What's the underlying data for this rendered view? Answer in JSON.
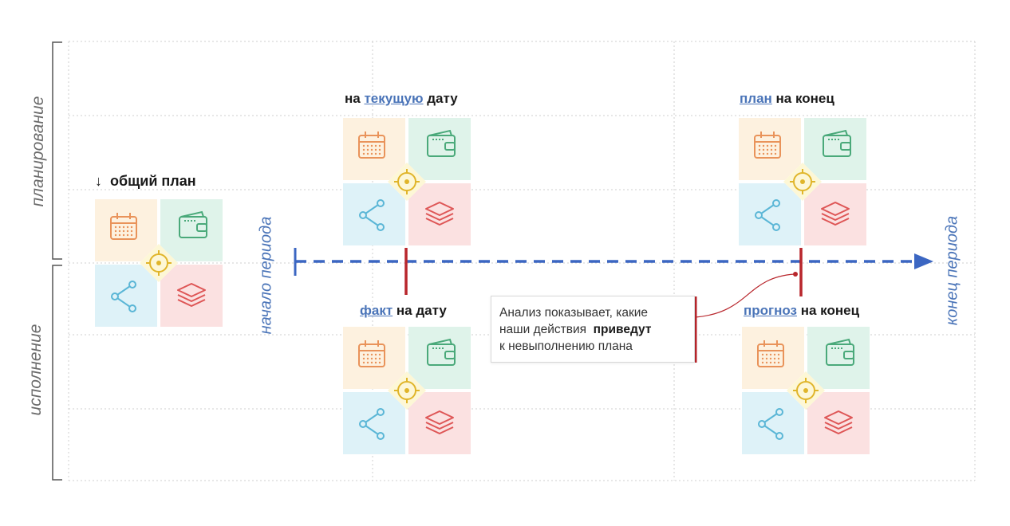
{
  "side_labels": {
    "planning": "планирование",
    "execution": "исполнение",
    "period_start": "начало периода",
    "period_end": "конец периода"
  },
  "general_plan": {
    "arrow": "↓",
    "label": "общий план"
  },
  "current_date": {
    "prefix": "на",
    "link": "текущую",
    "suffix": "дату"
  },
  "plan_end": {
    "link": "план",
    "suffix": "на конец"
  },
  "fact_date": {
    "link": "факт",
    "suffix": "на дату"
  },
  "forecast_end": {
    "link": "прогноз",
    "suffix": "на конец"
  },
  "callout": {
    "line1": "Анализ показывает, какие",
    "line2_pre": "наши действия",
    "line2_bold": "приведут",
    "line3": "к невыполнению плана"
  },
  "colors": {
    "accent_blue": "#3b66c2",
    "marker_red": "#b8262c",
    "calendar_bg": "#fdf1df",
    "calendar_icon": "#e9935a",
    "wallet_bg": "#dff3ea",
    "wallet_icon": "#4aa97a",
    "share_bg": "#def2f8",
    "share_icon": "#5ab6d6",
    "layers_bg": "#fbe1e1",
    "layers_icon": "#de5656",
    "target_bg": "#fdf7d6",
    "target_icon": "#e0b52a"
  },
  "widget_icons": [
    "calendar-icon",
    "wallet-icon",
    "share-icon",
    "layers-icon",
    "target-icon"
  ]
}
